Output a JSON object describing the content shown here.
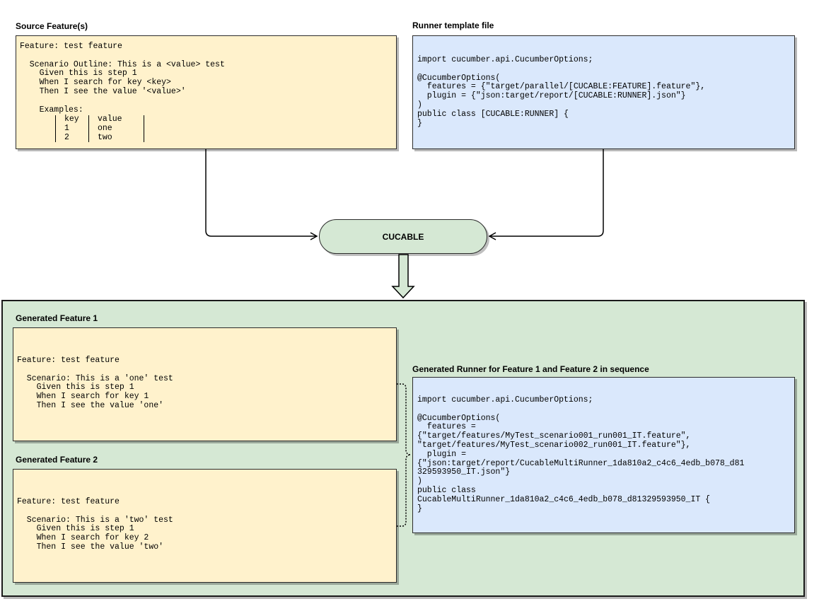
{
  "labels": {
    "source_features": "Source Feature(s)",
    "runner_template": "Runner template file",
    "generated_feature_1": "Generated Feature 1",
    "generated_feature_2": "Generated Feature 2",
    "generated_runner": "Generated Runner for Feature 1 and Feature 2 in sequence"
  },
  "cucable": "CUCABLE",
  "source_feature": {
    "lines": [
      "Feature: test feature",
      "",
      "  Scenario Outline: This is a <value> test",
      "    Given this is step 1",
      "    When I search for key <key>",
      "    Then I see the value '<value>'",
      "",
      "    Examples:"
    ],
    "table": [
      [
        "key",
        "value"
      ],
      [
        "1",
        "one"
      ],
      [
        "2",
        "two"
      ]
    ]
  },
  "runner_template": {
    "lines": [
      "import cucumber.api.CucumberOptions;",
      "",
      "@CucumberOptions(",
      "  features = {\"target/parallel/[CUCABLE:FEATURE].feature\"},",
      "  plugin = {\"json:target/report/[CUCABLE:RUNNER].json\"}",
      ")",
      "public class [CUCABLE:RUNNER] {",
      "}"
    ]
  },
  "generated_feature_1": {
    "lines": [
      "Feature: test feature",
      "",
      "  Scenario: This is a 'one' test",
      "    Given this is step 1",
      "    When I search for key 1",
      "    Then I see the value 'one'"
    ]
  },
  "generated_feature_2": {
    "lines": [
      "Feature: test feature",
      "",
      "  Scenario: This is a 'two' test",
      "    Given this is step 1",
      "    When I search for key 2",
      "    Then I see the value 'two'"
    ]
  },
  "generated_runner": {
    "lines": [
      "import cucumber.api.CucumberOptions;",
      "",
      "@CucumberOptions(",
      "  features =",
      "{\"target/features/MyTest_scenario001_run001_IT.feature\",",
      "\"target/features/MyTest_scenario002_run001_IT.feature\"},",
      "  plugin =",
      "{\"json:target/report/CucableMultiRunner_1da810a2_c4c6_4edb_b078_d81",
      "329593950_IT.json\"}",
      ")",
      "public class",
      "CucableMultiRunner_1da810a2_c4c6_4edb_b078_d81329593950_IT {",
      "}"
    ]
  }
}
